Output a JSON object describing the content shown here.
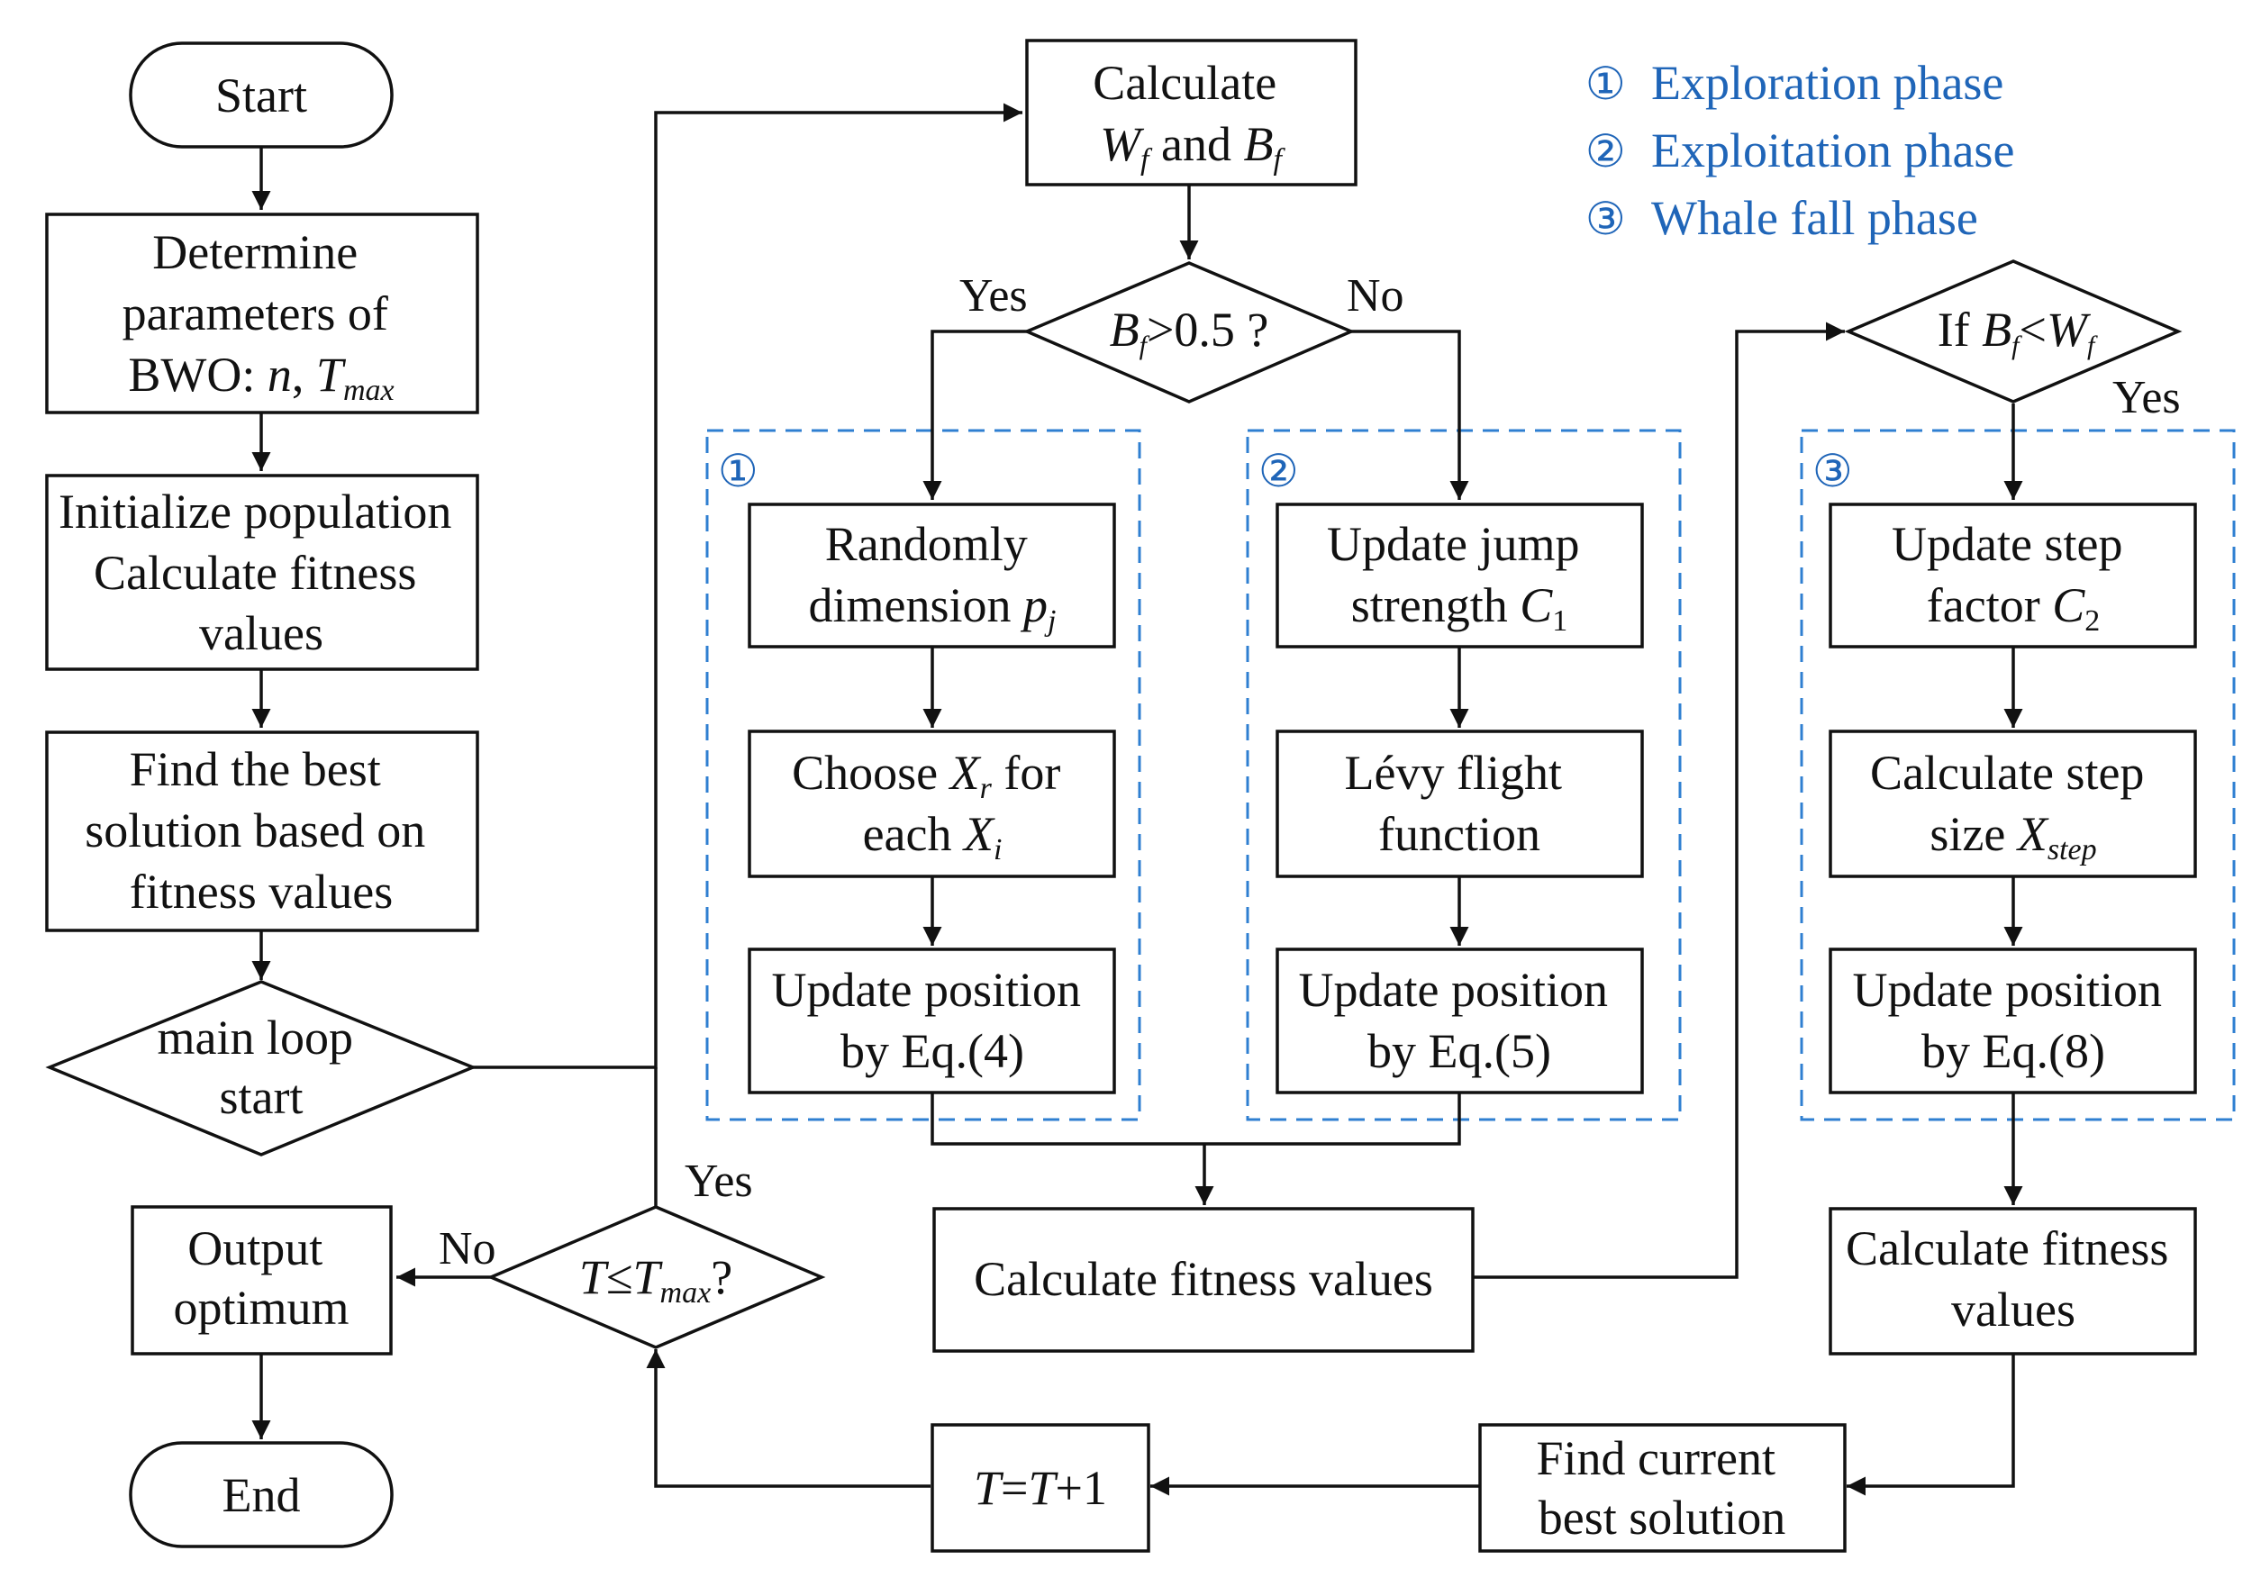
{
  "nodes": {
    "start": "Start",
    "determine": [
      "Determine",
      "parameters of",
      "BWO: ",
      "n",
      ", ",
      "T",
      "max"
    ],
    "initialize": [
      "Initialize population",
      "Calculate fitness",
      "values"
    ],
    "find_best": [
      "Find the best",
      "solution based on",
      "fitness values"
    ],
    "main_loop": [
      "main loop",
      "start"
    ],
    "output": [
      "Output",
      "optimum"
    ],
    "end": "End",
    "check_t": [
      "T",
      "≤",
      "T",
      "max",
      "?"
    ],
    "calc_wb": [
      "Calculate",
      "W",
      "f",
      " and ",
      "B",
      "f"
    ],
    "bf_decision": [
      "B",
      "f",
      ">0.5 ?"
    ],
    "rand_dim": [
      "Randomly",
      "dimension ",
      "p",
      "j"
    ],
    "choose_xr": [
      "Choose ",
      "X",
      "r",
      " for",
      "each ",
      "X",
      "i"
    ],
    "update_eq4": [
      "Update position",
      "by Eq.(4)"
    ],
    "update_jump": [
      "Update jump",
      "strength ",
      "C",
      "1"
    ],
    "levy": [
      "Lévy flight",
      "function"
    ],
    "update_eq5": [
      "Update position",
      "by Eq.(5)"
    ],
    "calc_fit_mid": "Calculate fitness values",
    "whale_decision": [
      "If ",
      "B",
      "f",
      "<",
      "W",
      "f"
    ],
    "update_step": [
      "Update step",
      "factor ",
      "C",
      "2"
    ],
    "calc_step": [
      "Calculate step",
      "size ",
      "X",
      "step"
    ],
    "update_eq8": [
      "Update position",
      "by Eq.(8)"
    ],
    "calc_fit_right": [
      "Calculate fitness",
      "values"
    ],
    "find_current": [
      "Find current",
      "best solution"
    ],
    "increment": [
      "T",
      "=",
      "T",
      "+1"
    ]
  },
  "labels": {
    "yes_left": "Yes",
    "no_right": "No",
    "yes_whale": "Yes",
    "yes_loop": "Yes",
    "no_output": "No"
  },
  "phase_marks": [
    "①",
    "②",
    "③"
  ],
  "legend": [
    {
      "mark": "①",
      "text": "Exploration phase"
    },
    {
      "mark": "②",
      "text": "Exploitation phase"
    },
    {
      "mark": "③",
      "text": "Whale fall phase"
    }
  ],
  "colors": {
    "accent": "#1f65b8",
    "dashed_border": "#2f7fd1",
    "stroke": "#111111"
  }
}
